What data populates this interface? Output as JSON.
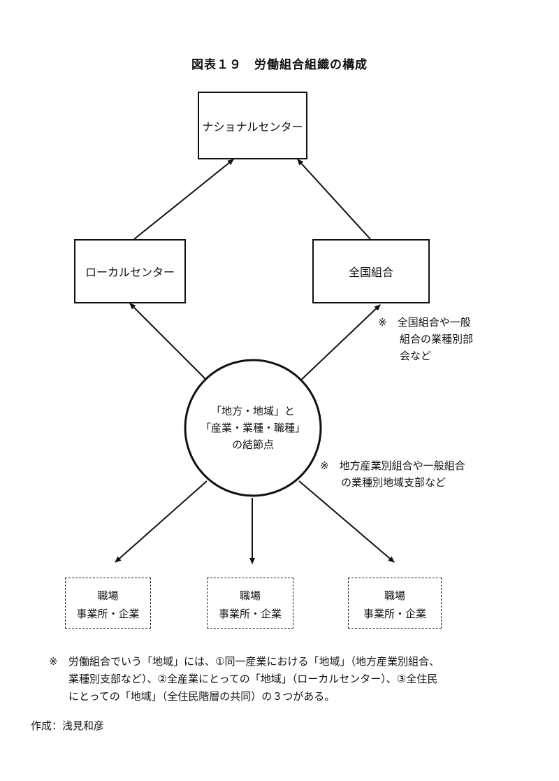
{
  "title": "図表１９　労働組合組織の構成",
  "nodes": {
    "national_center": "ナショナルセンター",
    "local_center": "ローカルセンター",
    "national_union": "全国組合",
    "junction": [
      "「地方・地域」と",
      "「産業・業種・職種」",
      "の結節点"
    ],
    "workplaces": [
      {
        "line1": "職場",
        "line2": "事業所・企業"
      },
      {
        "line1": "職場",
        "line2": "事業所・企業"
      },
      {
        "line1": "職場",
        "line2": "事業所・企業"
      }
    ]
  },
  "notes": {
    "national_union_note": [
      "※　全国組合や一般",
      "組合の業種別部",
      "会など"
    ],
    "junction_note": [
      "※　地方産業別組合や一般組合",
      "の業種別地域支部など"
    ]
  },
  "footnote": {
    "mark": "※",
    "lines": [
      "労働組合でいう「地域」には、①同一産業における「地域」（地方産業別組合、",
      "業種別支部など）、②全産業にとっての「地域」（ローカルセンター）、③全住民",
      "にとっての「地域」（全住民階層の共同）の３つがある。"
    ]
  },
  "credit": "作成：浅見和彦"
}
